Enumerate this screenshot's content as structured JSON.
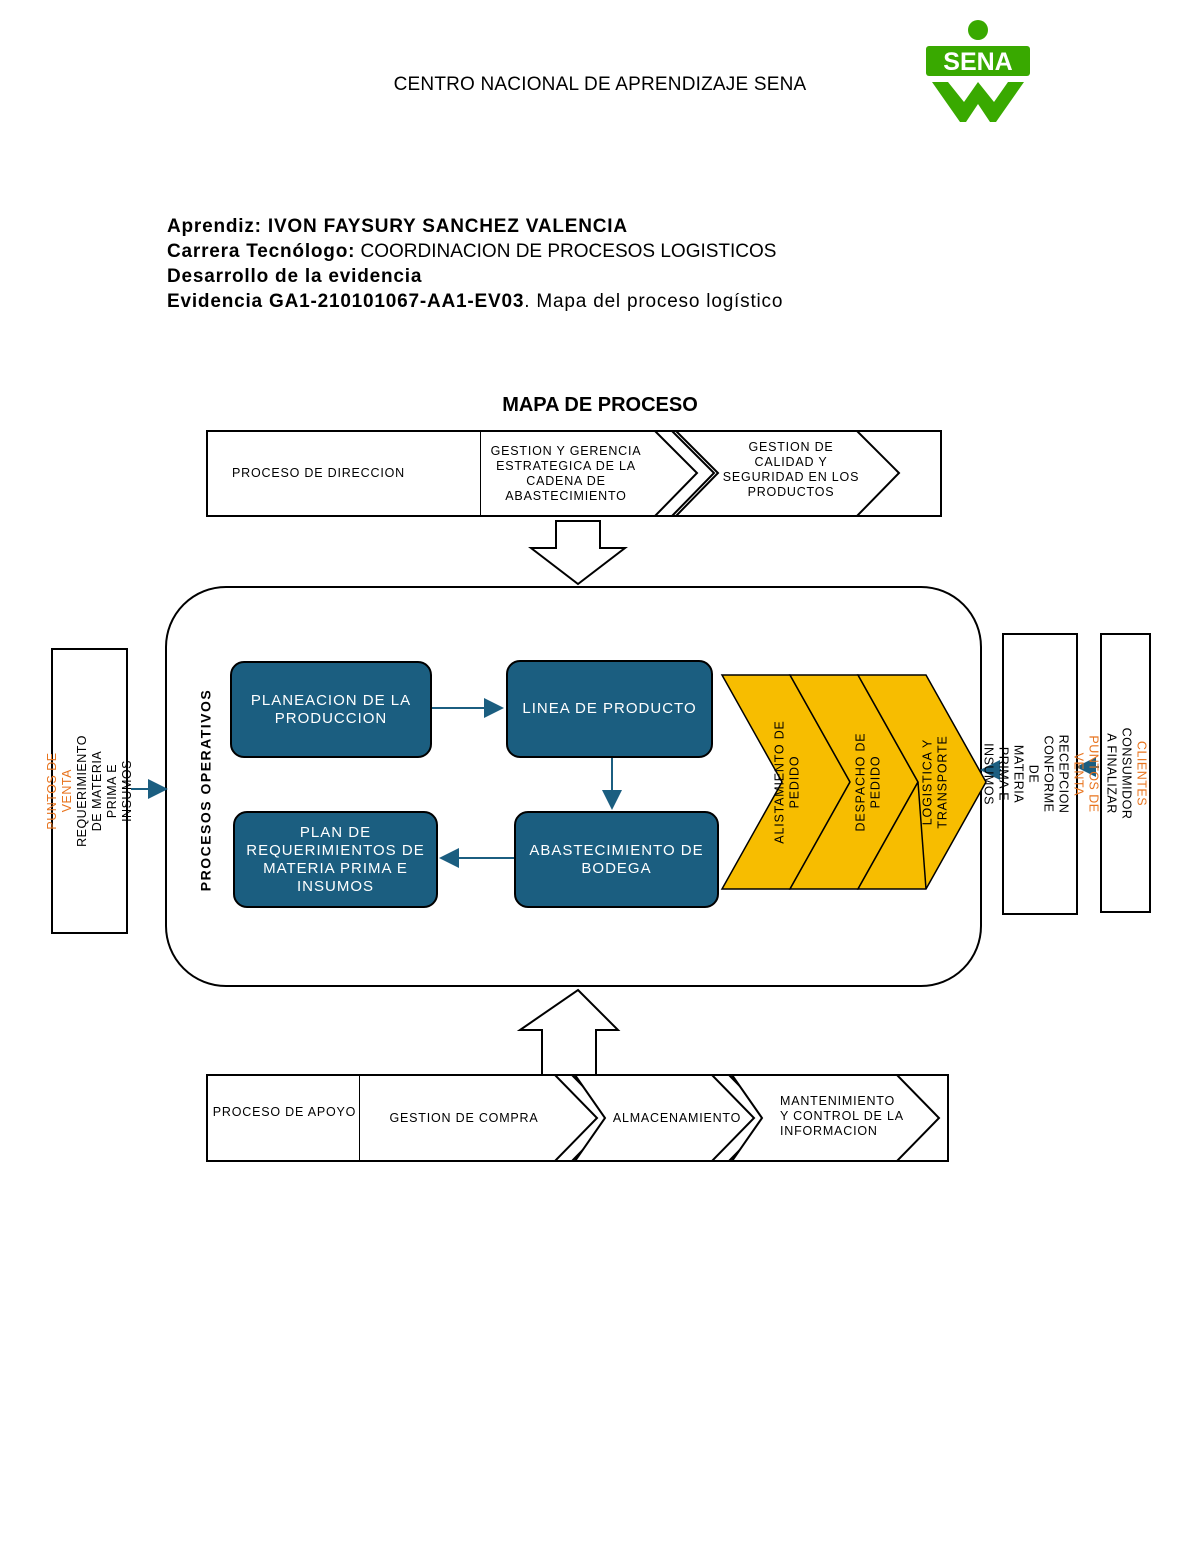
{
  "header": {
    "institution": "CENTRO NACIONAL DE APRENDIZAJE SENA",
    "logo_text": "SENA",
    "logo_color": "#39a900"
  },
  "info": {
    "aprendiz_label": "Aprendiz: IVON FAYSURY SANCHEZ VALENCIA",
    "carrera_label": "Carrera Tecnólogo:",
    "carrera_value": " COORDINACION DE PROCESOS LOGISTICOS",
    "desarrollo": "Desarrollo de la evidencia",
    "evidencia_label": "Evidencia GA1-210101067-AA1-EV03",
    "evidencia_value": ". Mapa del proceso logístico"
  },
  "map": {
    "title": "MAPA DE PROCESO",
    "direccion": {
      "label": "PROCESO DE DIRECCION",
      "step1": [
        "GESTION Y GERENCIA",
        "ESTRATEGICA DE LA",
        "CADENA DE",
        "ABASTECIMIENTO"
      ],
      "step2": [
        "GESTION DE",
        "CALIDAD Y",
        "SEGURIDAD EN LOS",
        "PRODUCTOS"
      ]
    },
    "operativos": {
      "label": "PROCESOS OPERATIVOS",
      "planeacion": "PLANEACION DE LA PRODUCCION",
      "linea": "LINEA DE PRODUCTO",
      "abastecimiento": "ABASTECIMIENTO DE BODEGA",
      "plan_req": "PLAN DE REQUERIMIENTOS DE MATERIA PRIMA E INSUMOS",
      "chevrons": [
        [
          "ALISTAMIENTO DE",
          "PEDIDO"
        ],
        [
          "DESPACHO DE",
          "PEDIDO"
        ],
        [
          "LOGISTICA Y",
          "TRANSPORTE"
        ]
      ],
      "chevron_color": "#f7bd00",
      "box_color": "#1b5e80"
    },
    "left_side": {
      "title": "PUNTOS DE VENTA",
      "text": "REQUERIMIENTO DE MATERIA PRIMA E INSUMOS"
    },
    "right_side_1": {
      "title": "PUNTOS DE VENTA",
      "text": "RECEPCION CONFORME DE MATERIA PRIMA E INSUMOS"
    },
    "right_side_2": {
      "title": "CLIENTES",
      "text": "CONSUMIDOR A FINALIZAR"
    },
    "apoyo": {
      "label": "PROCESO DE APOYO",
      "step1": "GESTION DE COMPRA",
      "step2": "ALMACENAMIENTO",
      "step3": [
        "MANTENIMIENTO",
        "Y CONTROL DE LA",
        "INFORMACION"
      ]
    }
  }
}
